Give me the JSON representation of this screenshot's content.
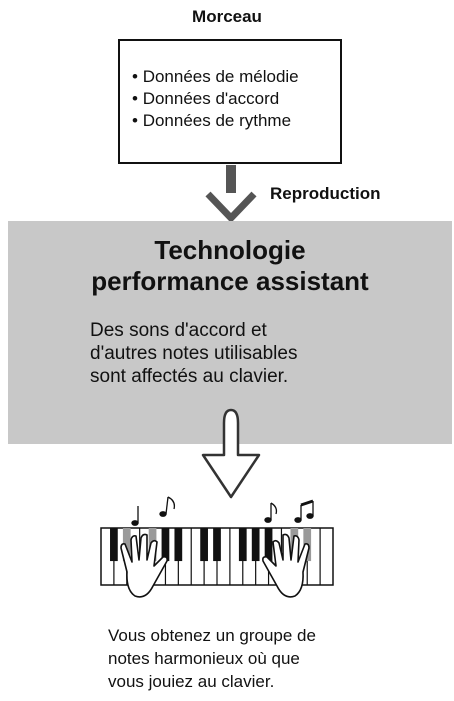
{
  "song": {
    "title": "Morceau",
    "items": [
      "Données de mélodie",
      "Données d'accord",
      "Données de rythme"
    ]
  },
  "playback_label": "Reproduction",
  "technology": {
    "title_line1": "Technologie",
    "title_line2": "performance assistant",
    "description_line1": "Des sons d'accord et",
    "description_line2": "d'autres notes utilisables",
    "description_line3": "sont affectés au clavier."
  },
  "result": {
    "line1": "Vous obtenez un groupe de",
    "line2": "notes harmonieux où que",
    "line3": "vous jouiez au clavier."
  },
  "icons": [
    "arrow-down-solid-icon",
    "arrow-down-outline-icon",
    "keyboard-icon",
    "hands-icon",
    "music-note-icon"
  ],
  "colors": {
    "panel": "#c8c8c8",
    "ink": "#111111",
    "key_highlight": "#9a9a9a"
  }
}
